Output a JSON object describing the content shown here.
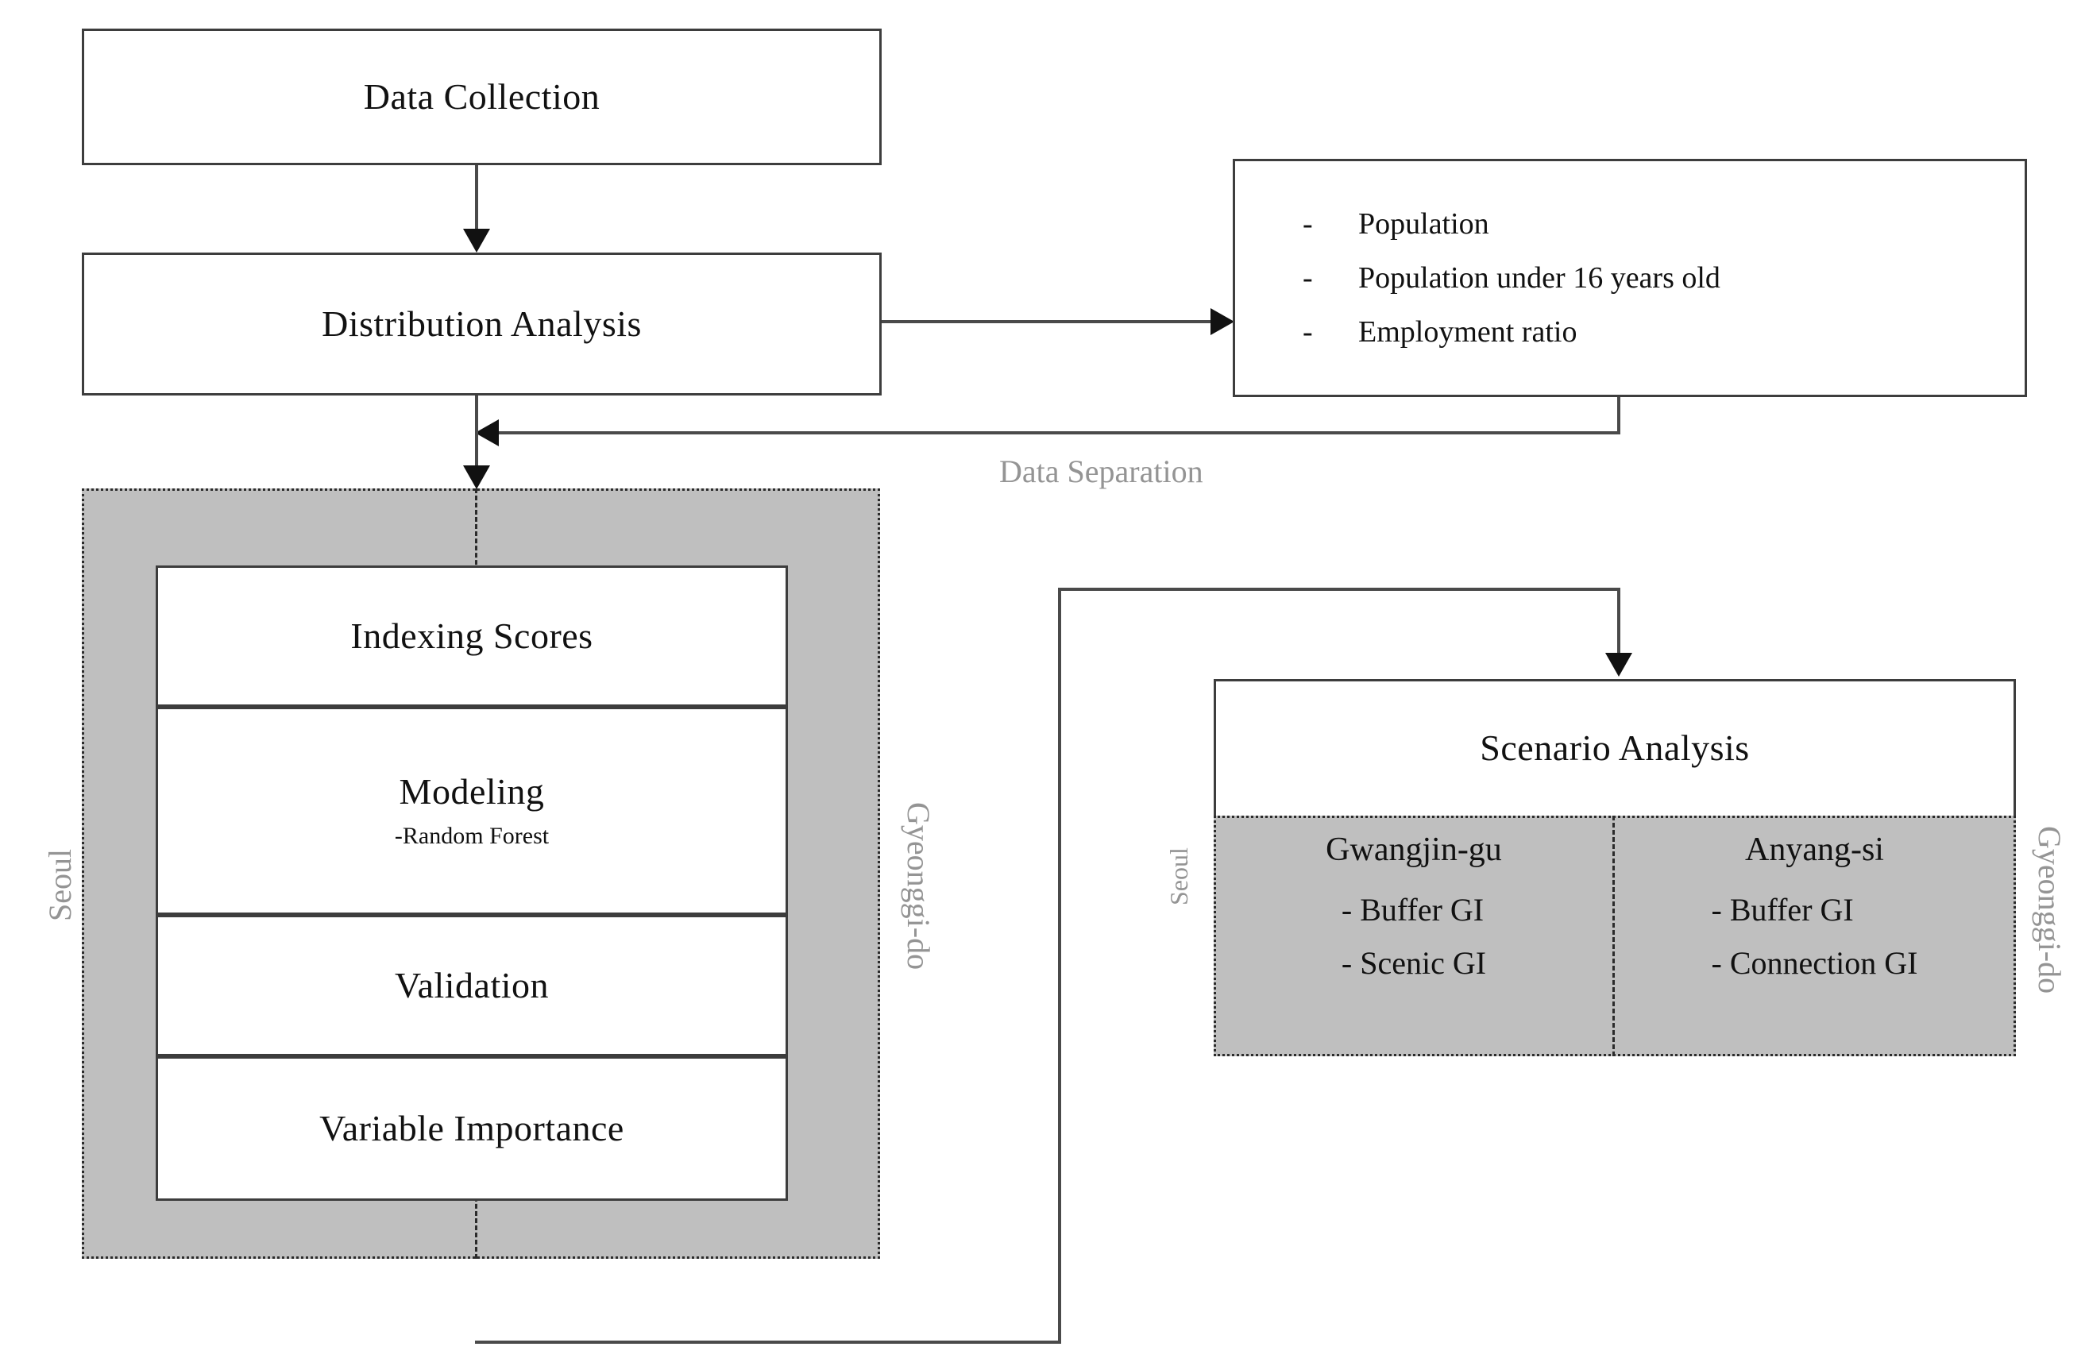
{
  "diagram": {
    "title": "Research workflow flowchart",
    "colors": {
      "gray_fill": "#bfbfbf",
      "box_border": "#3d3d3d",
      "label_gray": "#949494",
      "line": "#4a4a4a",
      "arrow": "#111111"
    }
  },
  "nodes": {
    "data_collection": {
      "label": "Data Collection"
    },
    "distribution_analysis": {
      "label": "Distribution Analysis"
    },
    "variables_box": {
      "items": [
        {
          "dash": "-",
          "text": "Population"
        },
        {
          "dash": "-",
          "text": "Population under 16 years old"
        },
        {
          "dash": "-",
          "text": "Employment ratio"
        }
      ]
    },
    "indexing_scores": {
      "label": "Indexing Scores"
    },
    "modeling": {
      "label": "Modeling",
      "sublabel": "-Random Forest"
    },
    "validation": {
      "label": "Validation"
    },
    "variable_importance": {
      "label": "Variable Importance"
    },
    "scenario_analysis": {
      "label": "Scenario Analysis"
    }
  },
  "regions": {
    "model_region": {
      "left_label": "Seoul",
      "right_label": "Gyeonggi-do"
    },
    "scenario_region": {
      "left_label": "Seoul",
      "right_label": "Gyeonggi-do"
    }
  },
  "scenario_cells": [
    {
      "title": "Gwangjin-gu",
      "bullets": [
        "-  Buffer GI",
        "-  Scenic GI"
      ]
    },
    {
      "title": "Anyang-si",
      "bullets": [
        "-  Buffer GI",
        "-  Connection GI"
      ]
    }
  ],
  "edges": {
    "data_separation_label": "Data Separation"
  }
}
